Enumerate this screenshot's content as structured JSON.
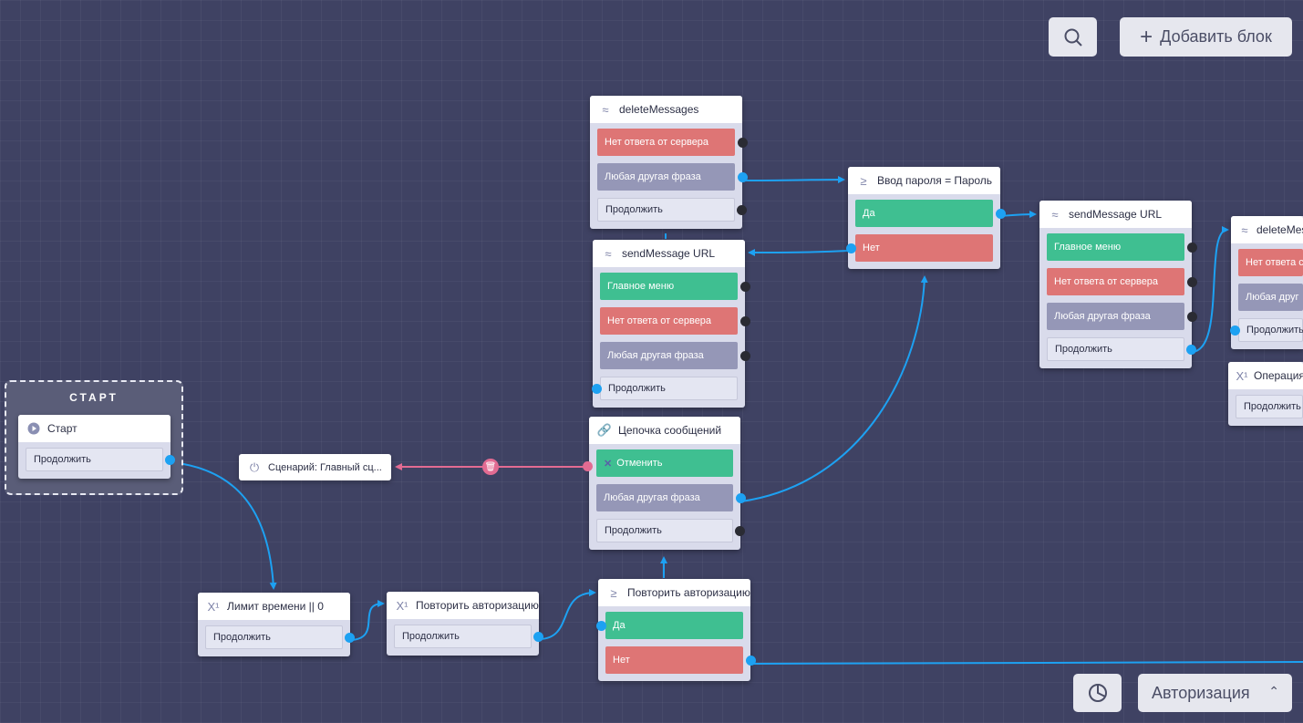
{
  "toolbar": {
    "search_icon": "search-icon",
    "add_block_label": "Добавить блок"
  },
  "footer": {
    "scenario_label": "Авторизация",
    "stats_icon": "pie-chart-icon"
  },
  "colors": {
    "background": "#3f4263",
    "link": "#1da1f2",
    "delete_link": "#e26b92",
    "green": "#3fbf91",
    "red": "#de7575",
    "gray": "#9597b7"
  },
  "start_group": {
    "title": "СТАРТ",
    "node_title": "Старт",
    "continue": "Продолжить"
  },
  "scenario_ref": {
    "label": "Сценарий: Главный сц..."
  },
  "nodes": {
    "delete1": {
      "title": "deleteMessages",
      "rows": [
        "Нет ответа от сервера",
        "Любая другая фраза",
        "Продолжить"
      ]
    },
    "send1": {
      "title": "sendMessage URL",
      "rows": [
        "Главное меню",
        "Нет ответа от сервера",
        "Любая другая фраза",
        "Продолжить"
      ]
    },
    "chain": {
      "title": "Цепочка сообщений",
      "rows": [
        "Отменить",
        "Любая другая фраза",
        "Продолжить"
      ]
    },
    "pass": {
      "title": "Ввод пароля = Пароль",
      "rows": [
        "Да",
        "Нет"
      ]
    },
    "send2": {
      "title": "sendMessage URL",
      "rows": [
        "Главное меню",
        "Нет ответа от сервера",
        "Любая другая фраза",
        "Продолжить"
      ]
    },
    "delete2": {
      "title": "deleteMes",
      "rows": [
        "Нет ответа с",
        "Любая друг",
        "Продолжить"
      ]
    },
    "oper": {
      "title": "Операция",
      "rows": [
        "Продолжить"
      ]
    },
    "limit": {
      "title": "Лимит времени || 0",
      "rows": [
        "Продолжить"
      ]
    },
    "repeat1": {
      "title": "Повторить авторизацию",
      "rows": [
        "Продолжить"
      ]
    },
    "repeat2": {
      "title": "Повторить авторизацию",
      "rows": [
        "Да",
        "Нет"
      ]
    }
  }
}
